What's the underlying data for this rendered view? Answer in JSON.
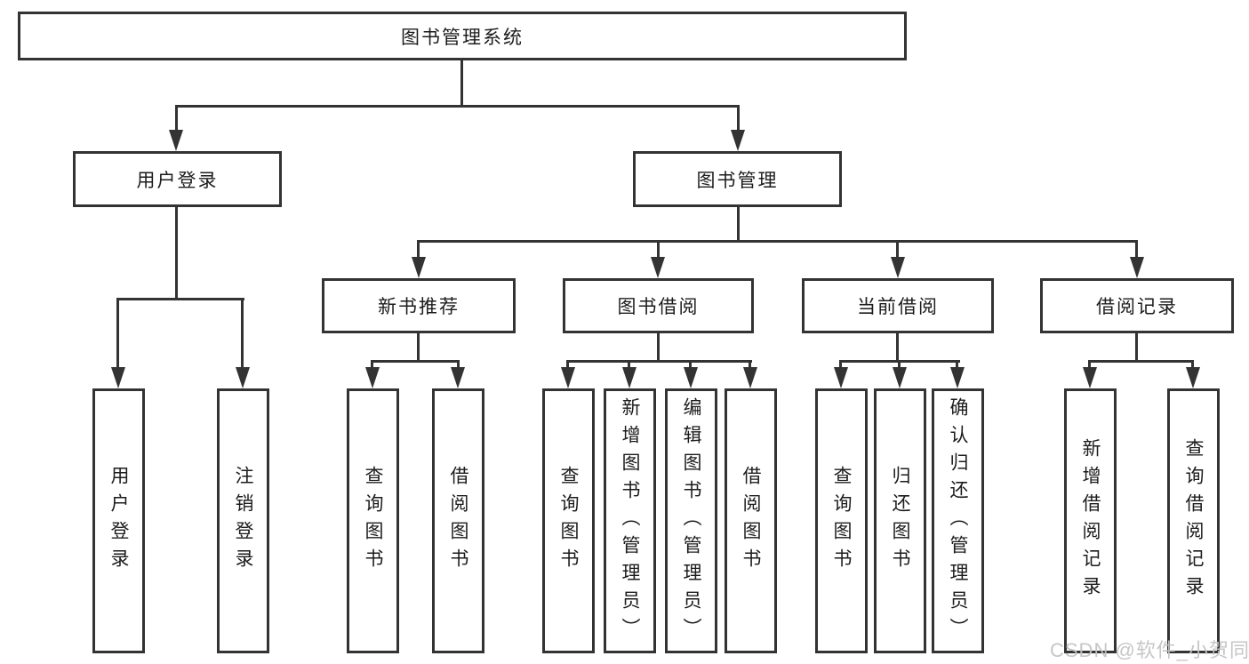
{
  "diagram": {
    "root": {
      "label": "图书管理系统"
    },
    "level2": [
      {
        "label": "用户登录"
      },
      {
        "label": "图书管理"
      }
    ],
    "level3": [
      {
        "label": "新书推荐",
        "parent": "图书管理"
      },
      {
        "label": "图书借阅",
        "parent": "图书管理"
      },
      {
        "label": "当前借阅",
        "parent": "图书管理"
      },
      {
        "label": "借阅记录",
        "parent": "图书管理"
      }
    ],
    "leaves": [
      {
        "label": "用户登录",
        "parent": "用户登录"
      },
      {
        "label": "注销登录",
        "parent": "用户登录"
      },
      {
        "label": "查询图书",
        "parent": "新书推荐"
      },
      {
        "label": "借阅图书",
        "parent": "新书推荐"
      },
      {
        "label": "查询图书",
        "parent": "图书借阅"
      },
      {
        "label": "新增图书（管理员）",
        "parent": "图书借阅"
      },
      {
        "label": "编辑图书（管理员）",
        "parent": "图书借阅"
      },
      {
        "label": "借阅图书",
        "parent": "图书借阅"
      },
      {
        "label": "查询图书",
        "parent": "当前借阅"
      },
      {
        "label": "归还图书",
        "parent": "当前借阅"
      },
      {
        "label": "确认归还（管理员）",
        "parent": "当前借阅"
      },
      {
        "label": "新增借阅记录",
        "parent": "借阅记录"
      },
      {
        "label": "查询借阅记录",
        "parent": "借阅记录"
      }
    ],
    "watermark": "CSDN @软件_小贺同学",
    "colors": {
      "line": "#333333",
      "text": "#1c1c1c",
      "watermark": "#c3c3c3",
      "background": "#ffffff"
    }
  }
}
